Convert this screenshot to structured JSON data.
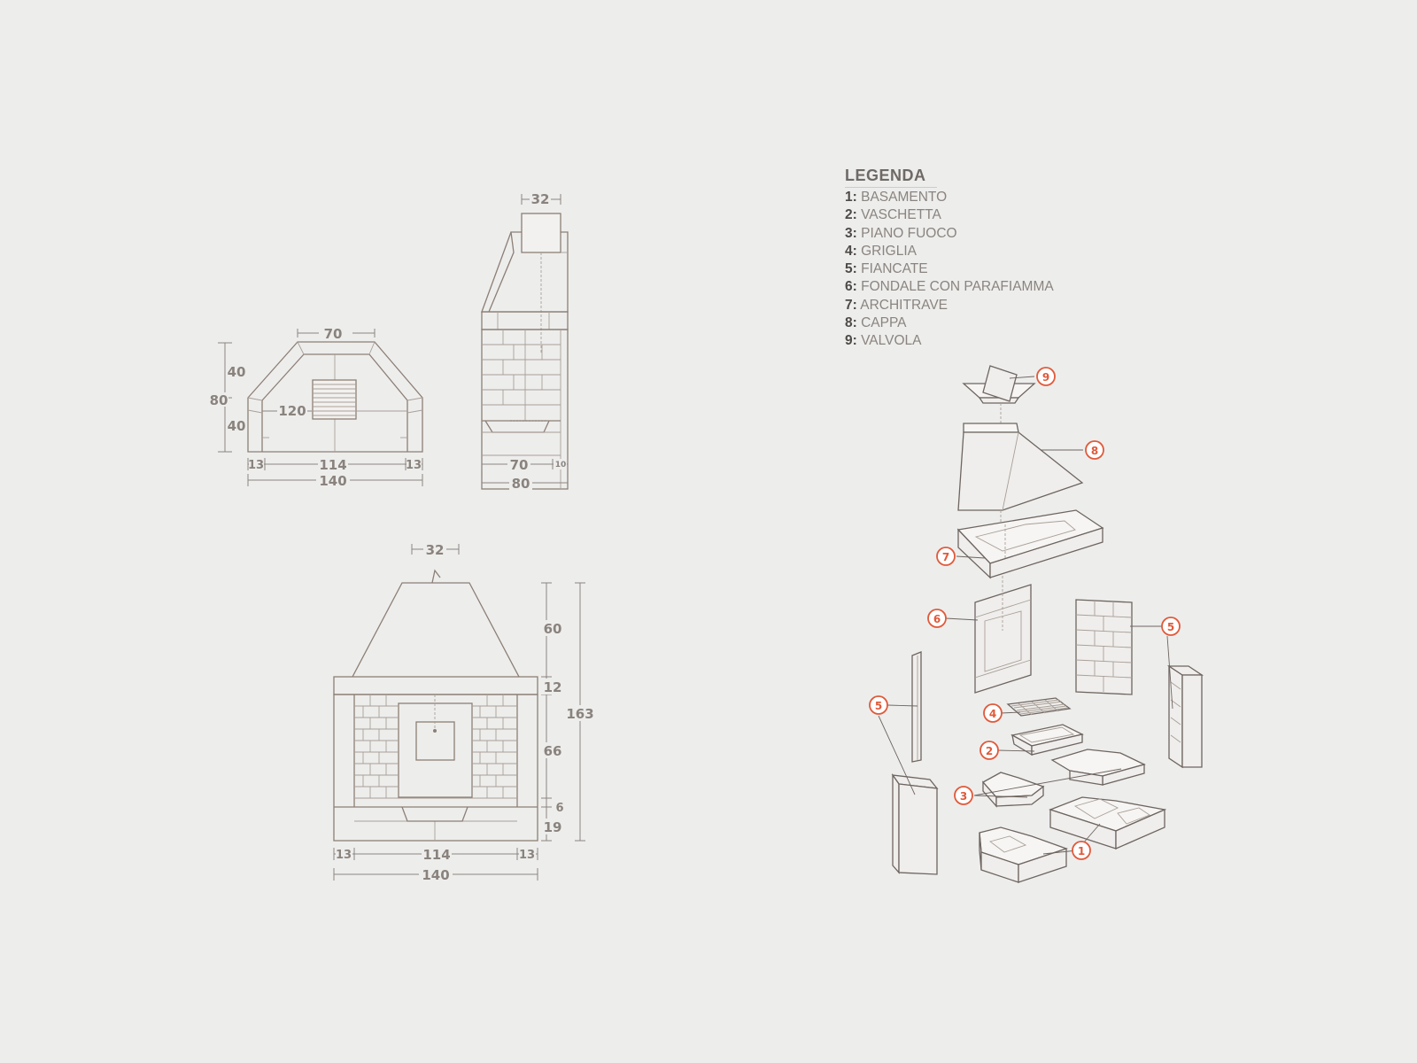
{
  "legend": {
    "title": "LEGENDA",
    "items": [
      {
        "num": "1:",
        "label": "BASAMENTO"
      },
      {
        "num": "2:",
        "label": "VASCHETTA"
      },
      {
        "num": "3:",
        "label": "PIANO FUOCO"
      },
      {
        "num": "4:",
        "label": "GRIGLIA"
      },
      {
        "num": "5:",
        "label": "FIANCATE"
      },
      {
        "num": "6:",
        "label": "FONDALE CON PARAFIAMMA"
      },
      {
        "num": "7:",
        "label": "ARCHITRAVE"
      },
      {
        "num": "8:",
        "label": "CAPPA"
      },
      {
        "num": "9:",
        "label": "VALVOLA"
      }
    ]
  },
  "plan_view": {
    "top_width": "70",
    "upper_height": "40",
    "total_depth": "80",
    "lower_height": "40",
    "inner_width": "120",
    "side_left": "13",
    "center_width": "114",
    "side_right": "13",
    "total_width": "140"
  },
  "side_view": {
    "valve_width": "32",
    "inner_depth": "70",
    "back_thickness": "10",
    "total_depth": "80"
  },
  "front_view": {
    "valve_width": "32",
    "hood_height": "60",
    "lintel_height": "12",
    "total_height": "163",
    "opening_height": "66",
    "hearth_height": "6",
    "base_height": "19",
    "side_left": "13",
    "center_width": "114",
    "side_right": "13",
    "total_width": "140"
  },
  "exploded_markers": [
    "9",
    "8",
    "7",
    "6",
    "5",
    "5",
    "4",
    "2",
    "3",
    "1"
  ],
  "colors": {
    "background": "#ededec",
    "line": "#8c7f75",
    "marker": "#e05a3a",
    "text": "#8a847f"
  }
}
